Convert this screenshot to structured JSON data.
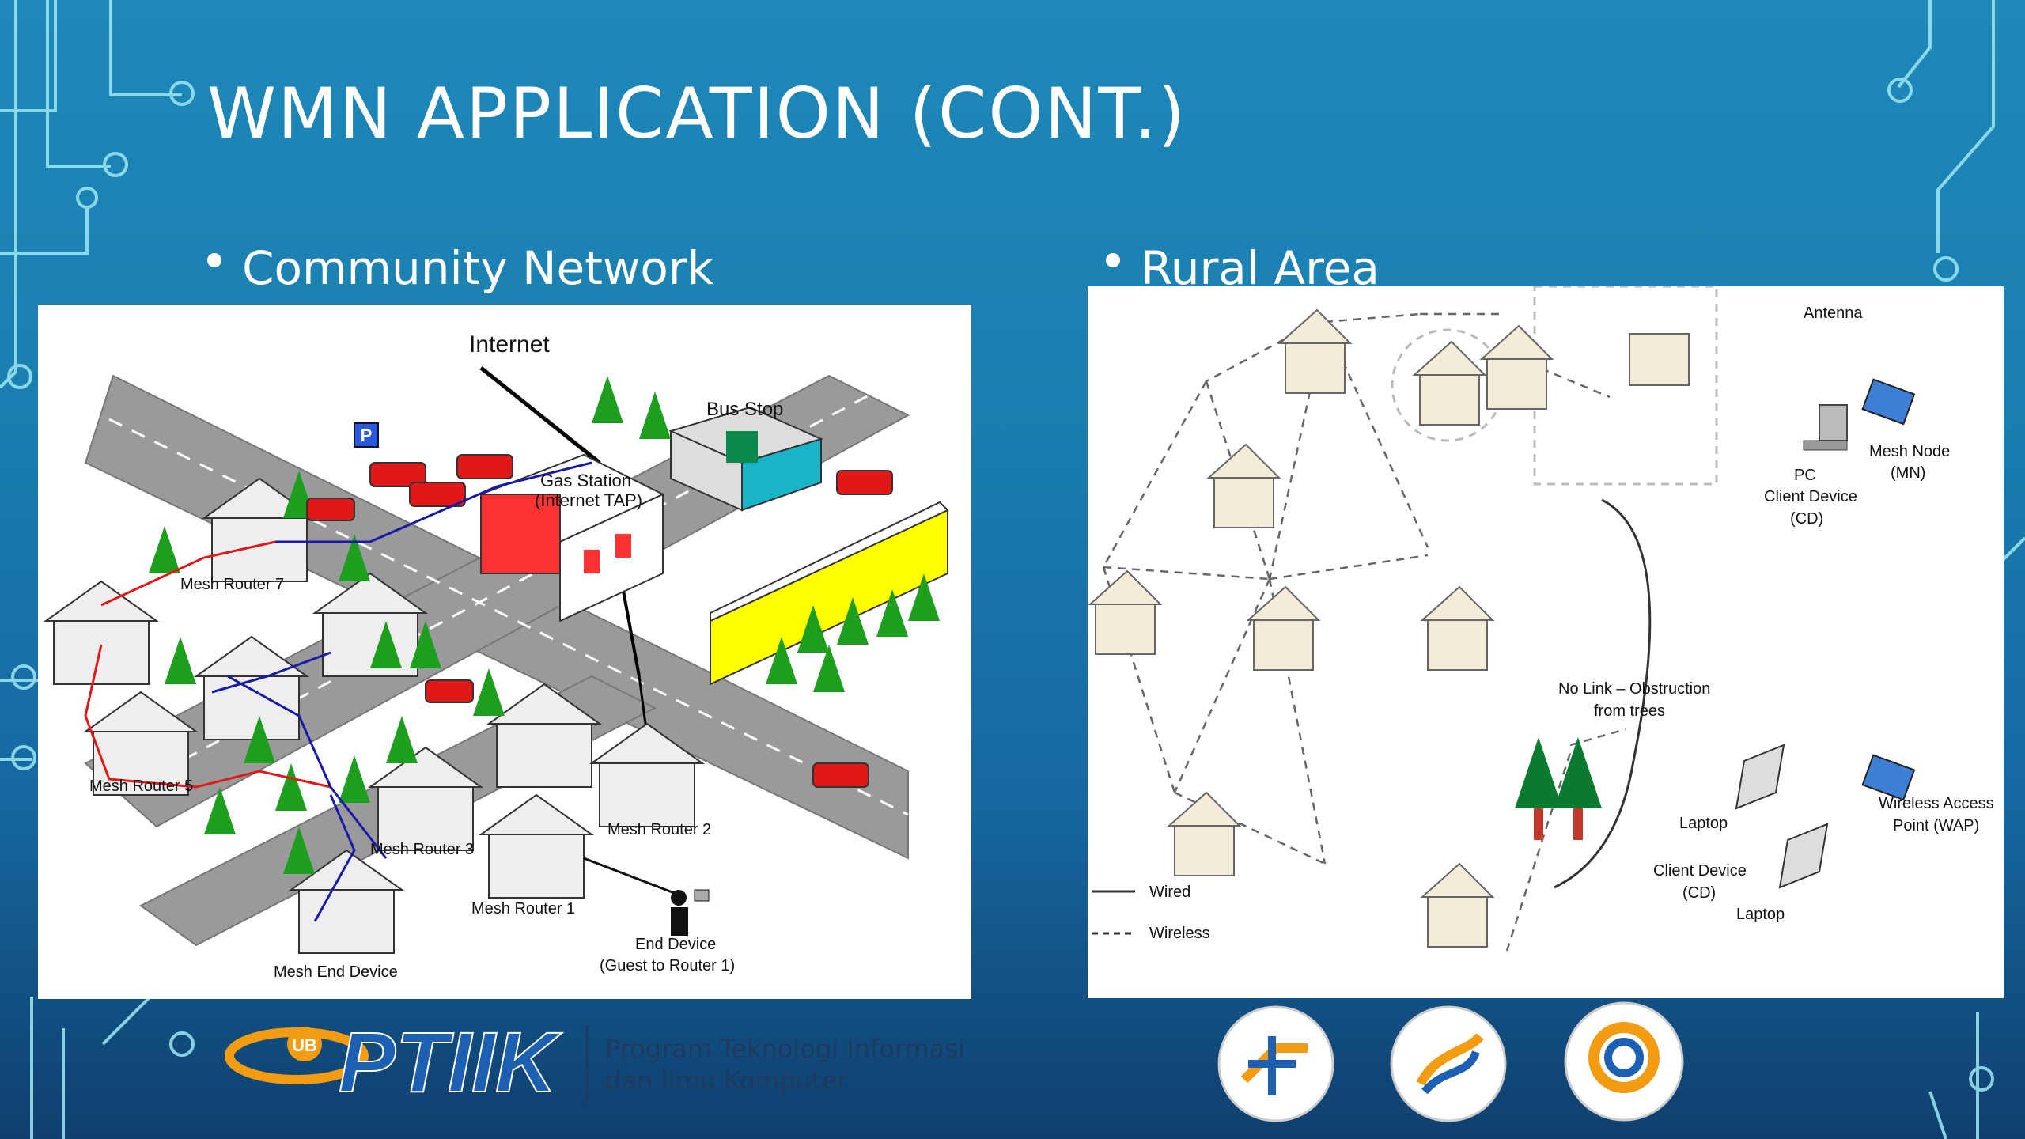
{
  "slide": {
    "title": "WMN APPLICATION (CONT.)",
    "bullets": [
      "Community Network",
      "Rural Area"
    ]
  },
  "community": {
    "internet": "Internet",
    "bus_stop": "Bus Stop",
    "gas_station_1": "Gas Station",
    "gas_station_2": "(Internet TAP)",
    "parking": "P",
    "router7": "Mesh Router 7",
    "router5": "Mesh Router 5",
    "router3": "Mesh Router 3",
    "router2": "Mesh Router 2",
    "router1": "Mesh Router 1",
    "end_device_mesh": "Mesh End Device",
    "end_device_1": "End Device",
    "end_device_2": "(Guest to Router 1)"
  },
  "rural": {
    "antenna": "Antenna",
    "pc": "PC",
    "client_device_1": "Client Device",
    "client_device_2": "(CD)",
    "mesh_node_1": "Mesh Node",
    "mesh_node_2": "(MN)",
    "no_link_1": "No Link – Obstruction",
    "no_link_2": "from trees",
    "laptop_a": "Laptop",
    "laptop_b": "Laptop",
    "client_device_b1": "Client Device",
    "client_device_b2": "(CD)",
    "wap_1": "Wireless Access",
    "wap_2": "Point (WAP)",
    "legend_wired": "Wired",
    "legend_wireless": "Wireless"
  },
  "footer": {
    "ptiik_badge": "UB",
    "ptiik": "PTIIK",
    "program_line1": "Program Teknologi Informasi",
    "program_line2": "dan Ilmu Komputer"
  },
  "colors": {
    "accent": "#9ee8f5",
    "logo_orange": "#f39c12",
    "logo_blue": "#1d5fb0"
  }
}
